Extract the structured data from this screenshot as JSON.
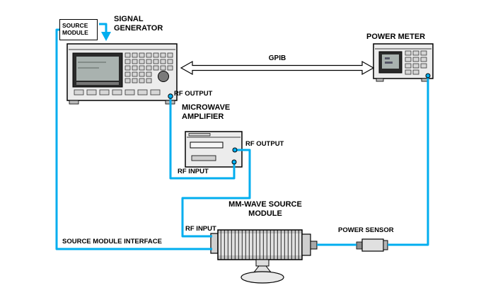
{
  "colors": {
    "cable": "#00aeef"
  },
  "labels": {
    "source_module_box": "SOURCE\nMODULE",
    "signal_generator": "SIGNAL\nGENERATOR",
    "power_meter": "POWER METER",
    "gpib": "GPIB",
    "sg_rf_output": "RF OUTPUT",
    "microwave_amplifier": "MICROWAVE\nAMPLIFIER",
    "amp_rf_output": "RF OUTPUT",
    "amp_rf_input": "RF INPUT",
    "mm_wave_module": "MM-WAVE SOURCE\nMODULE",
    "module_rf_input": "RF INPUT",
    "power_sensor": "POWER SENSOR",
    "source_module_interface": "SOURCE MODULE INTERFACE"
  }
}
